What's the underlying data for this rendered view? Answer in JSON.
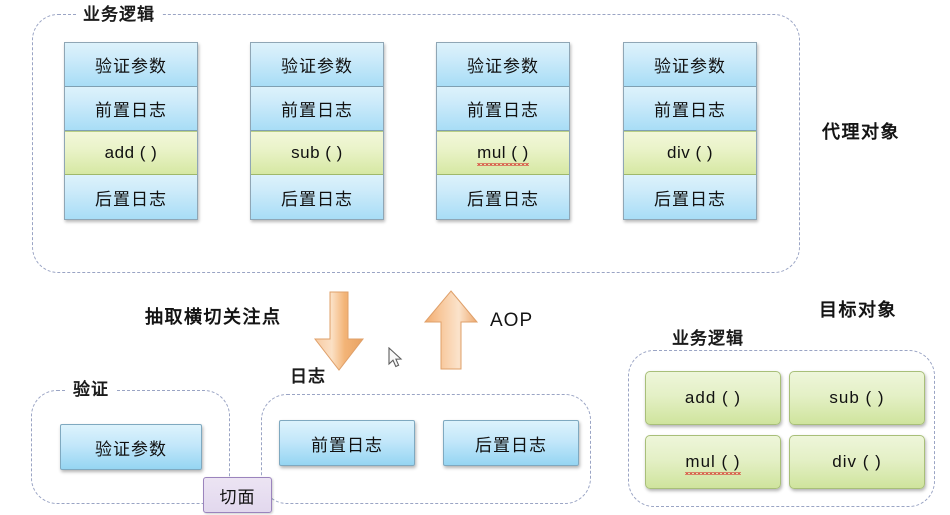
{
  "diagram": {
    "title_hidden": "",
    "background": "#ffffff",
    "colors": {
      "dashed_border": "#9aa4c4",
      "blue_cell": "#a8ddf6",
      "green_cell": "#d6e8a3",
      "arrow_orange": "#f5b97f",
      "aspect_purple": "#9b84bd"
    }
  },
  "proxy_section": {
    "group_label": "业务逻辑",
    "side_label": "代理对象",
    "cards": [
      {
        "name": "add-card",
        "rows": [
          {
            "text": "验证参数",
            "kind": "blue"
          },
          {
            "text": "前置日志",
            "kind": "blue"
          },
          {
            "text": "add ( )",
            "kind": "green",
            "misspelled": false
          },
          {
            "text": "后置日志",
            "kind": "blue"
          }
        ]
      },
      {
        "name": "sub-card",
        "rows": [
          {
            "text": "验证参数",
            "kind": "blue"
          },
          {
            "text": "前置日志",
            "kind": "blue"
          },
          {
            "text": "sub ( )",
            "kind": "green",
            "misspelled": false
          },
          {
            "text": "后置日志",
            "kind": "blue"
          }
        ]
      },
      {
        "name": "mul-card",
        "rows": [
          {
            "text": "验证参数",
            "kind": "blue"
          },
          {
            "text": "前置日志",
            "kind": "blue"
          },
          {
            "text": "mul ( )",
            "kind": "green",
            "misspelled": true
          },
          {
            "text": "后置日志",
            "kind": "blue"
          }
        ]
      },
      {
        "name": "div-card",
        "rows": [
          {
            "text": "验证参数",
            "kind": "blue"
          },
          {
            "text": "前置日志",
            "kind": "blue"
          },
          {
            "text": "div ( )",
            "kind": "green",
            "misspelled": false
          },
          {
            "text": "后置日志",
            "kind": "blue"
          }
        ]
      }
    ]
  },
  "arrows": {
    "extract_label": "抽取横切关注点",
    "aop_label": "AOP",
    "down_arrow_name": "down-arrow",
    "up_arrow_name": "up-arrow"
  },
  "aspect_section": {
    "badge_label": "切面",
    "validate_group": {
      "label": "验证",
      "items": [
        "验证参数"
      ]
    },
    "log_group": {
      "label": "日志",
      "items": [
        "前置日志",
        "后置日志"
      ]
    }
  },
  "target_section": {
    "side_label": "目标对象",
    "group_label": "业务逻辑",
    "methods": [
      {
        "text": "add ( )",
        "misspelled": false
      },
      {
        "text": "sub ( )",
        "misspelled": false
      },
      {
        "text": "mul ( )",
        "misspelled": true
      },
      {
        "text": "div ( )",
        "misspelled": false
      }
    ]
  }
}
